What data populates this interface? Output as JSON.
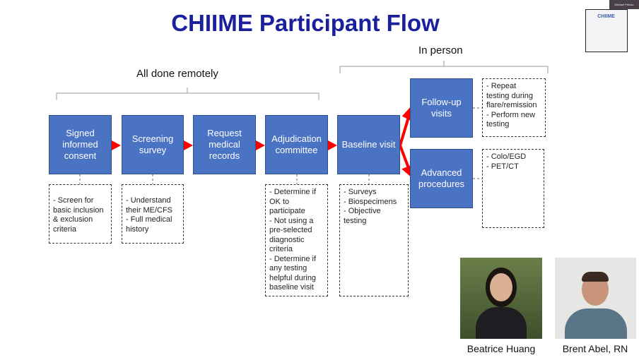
{
  "title": "CHIIME Participant Flow",
  "groups": {
    "remote": "All done remotely",
    "in_person": "In person"
  },
  "steps": [
    {
      "label": "Signed informed consent",
      "note": "- Screen for\nbasic inclusion\n& exclusion\ncriteria"
    },
    {
      "label": "Screening survey",
      "note": "- Understand\ntheir ME/CFS\n- Full medical\nhistory"
    },
    {
      "label": "Request medical records"
    },
    {
      "label": "Adjudication committee",
      "note": "- Determine if\nOK to\nparticipate\n- Not using a\npre-selected\ndiagnostic\ncriteria\n- Determine if\nany testing\nhelpful during\nbaseline visit"
    },
    {
      "label": "Baseline visit",
      "note": "-   Surveys\n-   Biospecimens\n-   Objective\n     testing"
    },
    {
      "label": "Follow-up visits",
      "note": "- Repeat\ntesting during\nflare/remission\n- Perform new\ntesting"
    },
    {
      "label": "Advanced procedures",
      "note": "-   Colo/EGD\n-   PET/CT"
    }
  ],
  "people": [
    {
      "name": "Beatrice Huang"
    },
    {
      "name": "Brent Abel, RN"
    }
  ],
  "thumbnail": {
    "logo_text": "CHIIME"
  },
  "webcam": {
    "label": "Michael Peluso"
  },
  "colors": {
    "box": "#4a73c4",
    "arrow": "#ff0000",
    "title": "#1a1f9c"
  }
}
